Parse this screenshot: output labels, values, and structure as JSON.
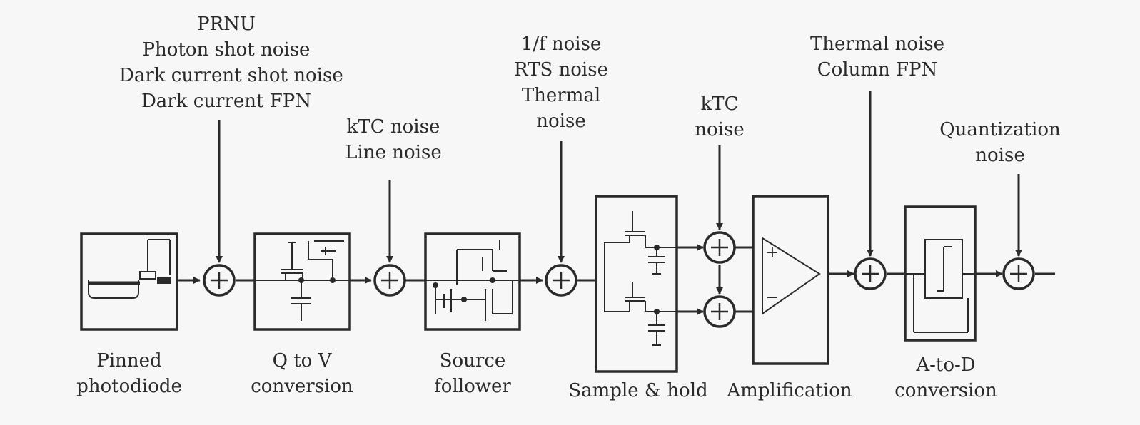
{
  "noise_sources": {
    "photodiode": [
      "PRNU",
      "Photon shot noise",
      "Dark current shot noise",
      "Dark current FPN"
    ],
    "reset": [
      "kTC noise",
      "Line noise"
    ],
    "source_follower": [
      "1/f noise",
      "RTS noise",
      "Thermal",
      "noise"
    ],
    "sample_hold": [
      "kTC",
      "noise"
    ],
    "column": [
      "Thermal noise",
      "Column FPN"
    ],
    "adc": [
      "Quantization",
      "noise"
    ]
  },
  "blocks": {
    "photodiode": [
      "Pinned",
      "photodiode"
    ],
    "q_to_v": [
      "Q to V",
      "conversion"
    ],
    "source_follower": [
      "Source",
      "follower"
    ],
    "sample_hold": [
      "Sample & hold"
    ],
    "amplification": [
      "Amplification"
    ],
    "adc": [
      "A-to-D",
      "conversion"
    ]
  },
  "symbols": {
    "summing_node": "+",
    "amp_plus": "+",
    "amp_minus": "−"
  },
  "colors": {
    "line": "#2a2a2a",
    "background": "#f7f7f7"
  }
}
